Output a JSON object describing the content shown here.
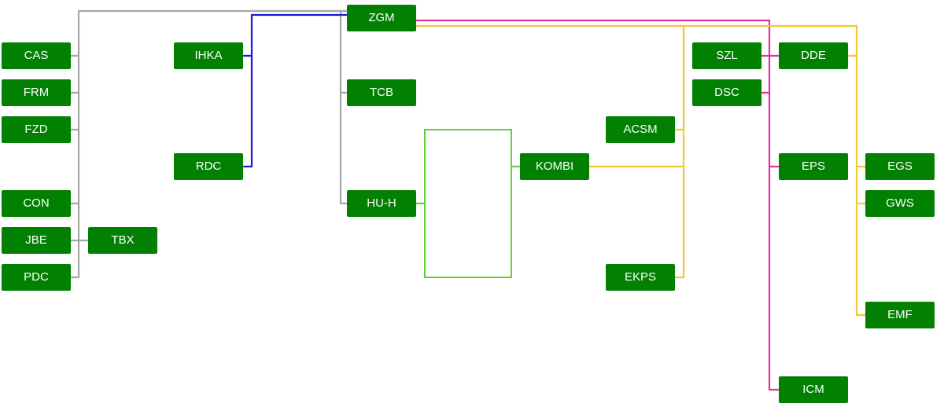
{
  "colors": {
    "node_fill": "#028002",
    "node_text": "#ffffff",
    "line_gray": "#a6a6a6",
    "line_blue": "#1a1ad6",
    "line_magenta": "#e0339b",
    "line_yellow": "#f5c72e",
    "line_green": "#5fd13a"
  },
  "nodes": {
    "cas": "CAS",
    "frm": "FRM",
    "fzd": "FZD",
    "con": "CON",
    "jbe": "JBE",
    "pdc": "PDC",
    "tbx": "TBX",
    "ihka": "IHKA",
    "rdc": "RDC",
    "zgm": "ZGM",
    "tcb": "TCB",
    "huh": "HU-H",
    "kombi": "KOMBI",
    "acsm": "ACSM",
    "ekps": "EKPS",
    "szl": "SZL",
    "dsc": "DSC",
    "dde": "DDE",
    "eps": "EPS",
    "icm": "ICM",
    "egs": "EGS",
    "gws": "GWS",
    "emf": "EMF"
  }
}
